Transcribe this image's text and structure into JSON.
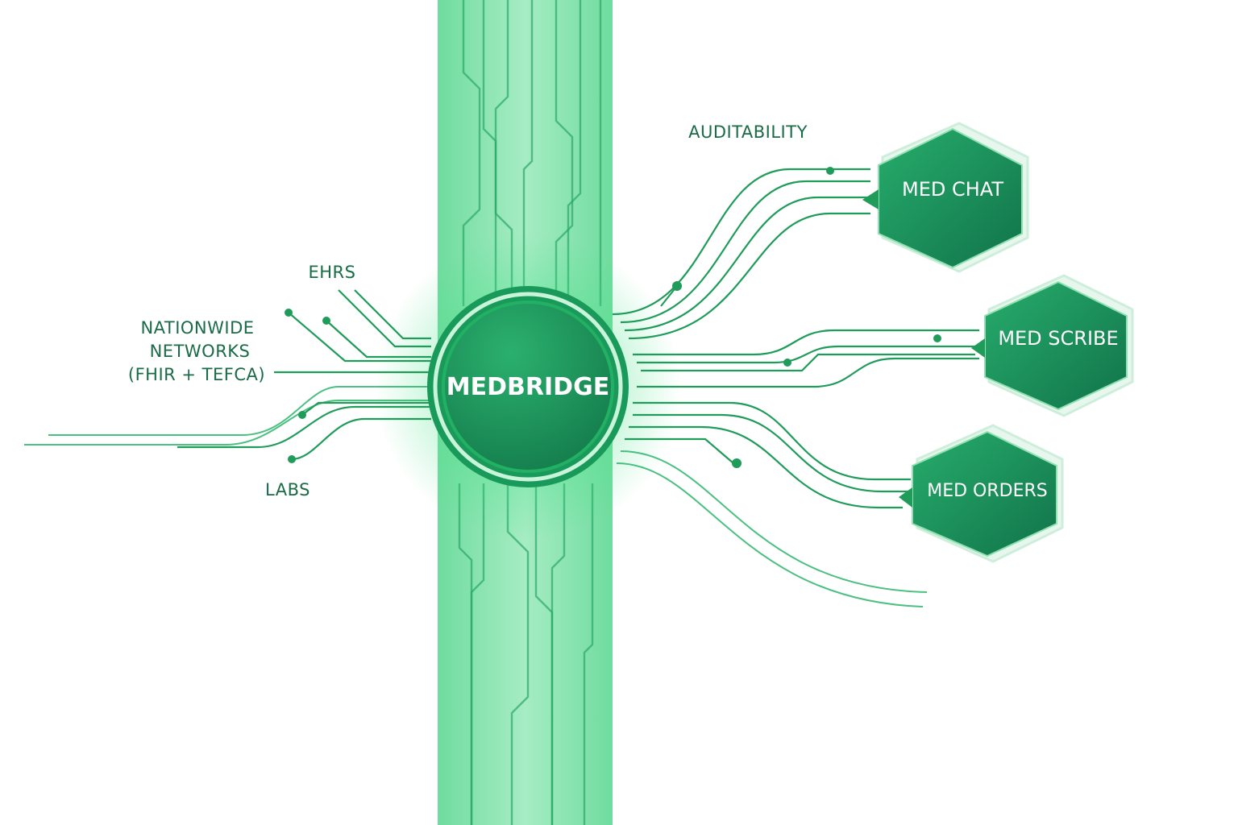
{
  "hub": {
    "label": "MEDBRIDGE"
  },
  "inputs": {
    "ehrs": "EHRS",
    "networks_line1": "NATIONWIDE",
    "networks_line2": "NETWORKS",
    "networks_line3": "(FHIR + TEFCA)",
    "labs": "LABS"
  },
  "outputs": {
    "auditability": "AUDITABILITY",
    "products": [
      {
        "label": "MED CHAT"
      },
      {
        "label": "MED SCRIBE"
      },
      {
        "label": "MED ORDERS"
      }
    ]
  },
  "colors": {
    "primary": "#178a56",
    "band": "#8ee6b4",
    "text": "#1a6b47"
  }
}
